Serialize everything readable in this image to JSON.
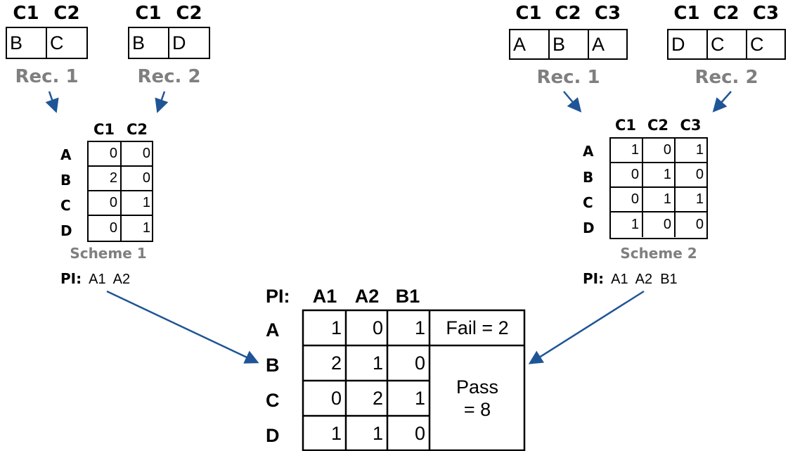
{
  "left": {
    "record1": {
      "headers": [
        "C1",
        "C2"
      ],
      "values": [
        "B",
        "C"
      ],
      "label": "Rec. 1"
    },
    "record2": {
      "headers": [
        "C1",
        "C2"
      ],
      "values": [
        "B",
        "D"
      ],
      "label": "Rec. 2"
    },
    "scheme": {
      "title": "Scheme 1",
      "col_headers": [
        "C1",
        "C2"
      ],
      "row_labels": [
        "A",
        "B",
        "C",
        "D"
      ],
      "rows": [
        [
          "0",
          "0"
        ],
        [
          "2",
          "0"
        ],
        [
          "0",
          "1"
        ],
        [
          "0",
          "1"
        ]
      ],
      "pi_label": "PI:",
      "pi_values": [
        "A1",
        "A2"
      ]
    }
  },
  "right": {
    "record1": {
      "headers": [
        "C1",
        "C2",
        "C3"
      ],
      "values": [
        "A",
        "B",
        "A"
      ],
      "label": "Rec. 1"
    },
    "record2": {
      "headers": [
        "C1",
        "C2",
        "C3"
      ],
      "values": [
        "D",
        "C",
        "C"
      ],
      "label": "Rec. 2"
    },
    "scheme": {
      "title": "Scheme 2",
      "col_headers": [
        "C1",
        "C2",
        "C3"
      ],
      "row_labels": [
        "A",
        "B",
        "C",
        "D"
      ],
      "rows": [
        [
          "1",
          "0",
          "1"
        ],
        [
          "0",
          "1",
          "0"
        ],
        [
          "0",
          "1",
          "1"
        ],
        [
          "1",
          "0",
          "0"
        ]
      ],
      "pi_label": "PI:",
      "pi_values": [
        "A1",
        "A2",
        "B1"
      ]
    }
  },
  "result": {
    "pi_label": "PI:",
    "col_headers": [
      "A1",
      "A2",
      "B1"
    ],
    "row_labels": [
      "A",
      "B",
      "C",
      "D"
    ],
    "rows": [
      [
        "1",
        "0",
        "1"
      ],
      [
        "2",
        "1",
        "0"
      ],
      [
        "0",
        "2",
        "1"
      ],
      [
        "1",
        "1",
        "0"
      ]
    ],
    "fail_text": "Fail = 2",
    "pass_line1": "Pass",
    "pass_line2": "= 8"
  },
  "colors": {
    "arrow": "#1f5596",
    "label_gray": "#7f7f7f",
    "line": "#000000"
  }
}
